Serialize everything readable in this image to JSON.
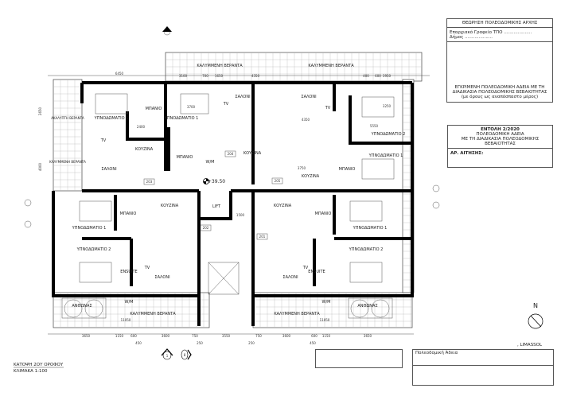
{
  "approval_panel": {
    "header": "ΘΕΩΡΗΣΗ ΠΟΛΕΟΔΟΜΙΚΗΣ ΑΡΧΗΣ",
    "office_label": "Επαρχιακό Γραφείο ΤΠΟ ....................",
    "municipality_label": "Δήμος ....................",
    "approval_line1": "ΕΓΚΡΙΜΕΝΗ ΠΟΛΕΟΔΟΜΙΚΗ ΑΔΕΙΑ ΜΕ ΤΗ",
    "approval_line2": "ΔΙΑΔΙΚΑΣΙΑ ΠΟΛΕΟΔΟΜΙΚΗΣ ΒΕΒΑΙΟΤΗΤΑΣ",
    "approval_line3": "(με όρους ως αναπόσπαστο μέρος)"
  },
  "directive_panel": {
    "title": "ΕΝΤΟΛΗ 2/2020",
    "line1": "ΠΟΛΕΟΔΟΜΙΚΗ ΑΔΕΙΑ",
    "line2": "ΜΕ ΤΗ ΔΙΑΔΙΚΑΣΙΑ ΠΟΛΕΟΔΟΜΙΚΗΣ",
    "line3": "ΒΕΒΑΙΟΤΗΤΑΣ",
    "application_no_label": "ΑΡ. ΑΙΤΗΣΗΣ:"
  },
  "drawing_title": {
    "title": "ΚΑΤΟΨΗ 2ΟΥ ΟΡΟΦΟΥ",
    "scale": "ΚΛΙΜΑΚΑ 1:100"
  },
  "footer": {
    "location": ", LIMASSOL",
    "permit_label": "Πολεοδομική Άδεια"
  },
  "north_label": "N",
  "level_mark": "+39.50",
  "section_marks": [
    "1",
    "8"
  ],
  "rooms": {
    "covered_veranda": "ΚΑΛΥΜΜΕΝΗ ΒΕΡΑΝΤΑ",
    "uncovered_veranda": "ΑΚΑΛΥΠΤΗ ΒΕΡΑΝΤΑ",
    "bedroom1": "ΥΠΝΟΔΩΜΑΤΙΟ 1",
    "bedroom2": "ΥΠΝΟΔΩΜΑΤΙΟ 2",
    "bathroom": "ΜΠΑΝΙΟ",
    "living": "ΣΑΛΟΝΙ",
    "kitchen": "ΚΟΥΖΙΝΑ",
    "ensuite": "ENSUITE",
    "wm": "W/M",
    "planter": "ΑΝΘΩΝΑΣ",
    "lift": "LIFT",
    "tv": "TV"
  },
  "apartments": [
    "201",
    "202",
    "203",
    "204",
    "205"
  ],
  "dimensions": {
    "top": [
      "6450",
      "3100",
      "700",
      "1650",
      "4350",
      "400",
      "600",
      "3950"
    ],
    "bottom": [
      "3650",
      "1150",
      "600",
      "3600",
      "750",
      "3550",
      "750",
      "3600",
      "600",
      "1150",
      "3650"
    ],
    "bottom2": [
      "450",
      "250",
      "250",
      "450"
    ],
    "internal": [
      "3700",
      "2400",
      "4350",
      "3750",
      "3250",
      "5550",
      "1500",
      "11050",
      "2650",
      "4000"
    ]
  }
}
